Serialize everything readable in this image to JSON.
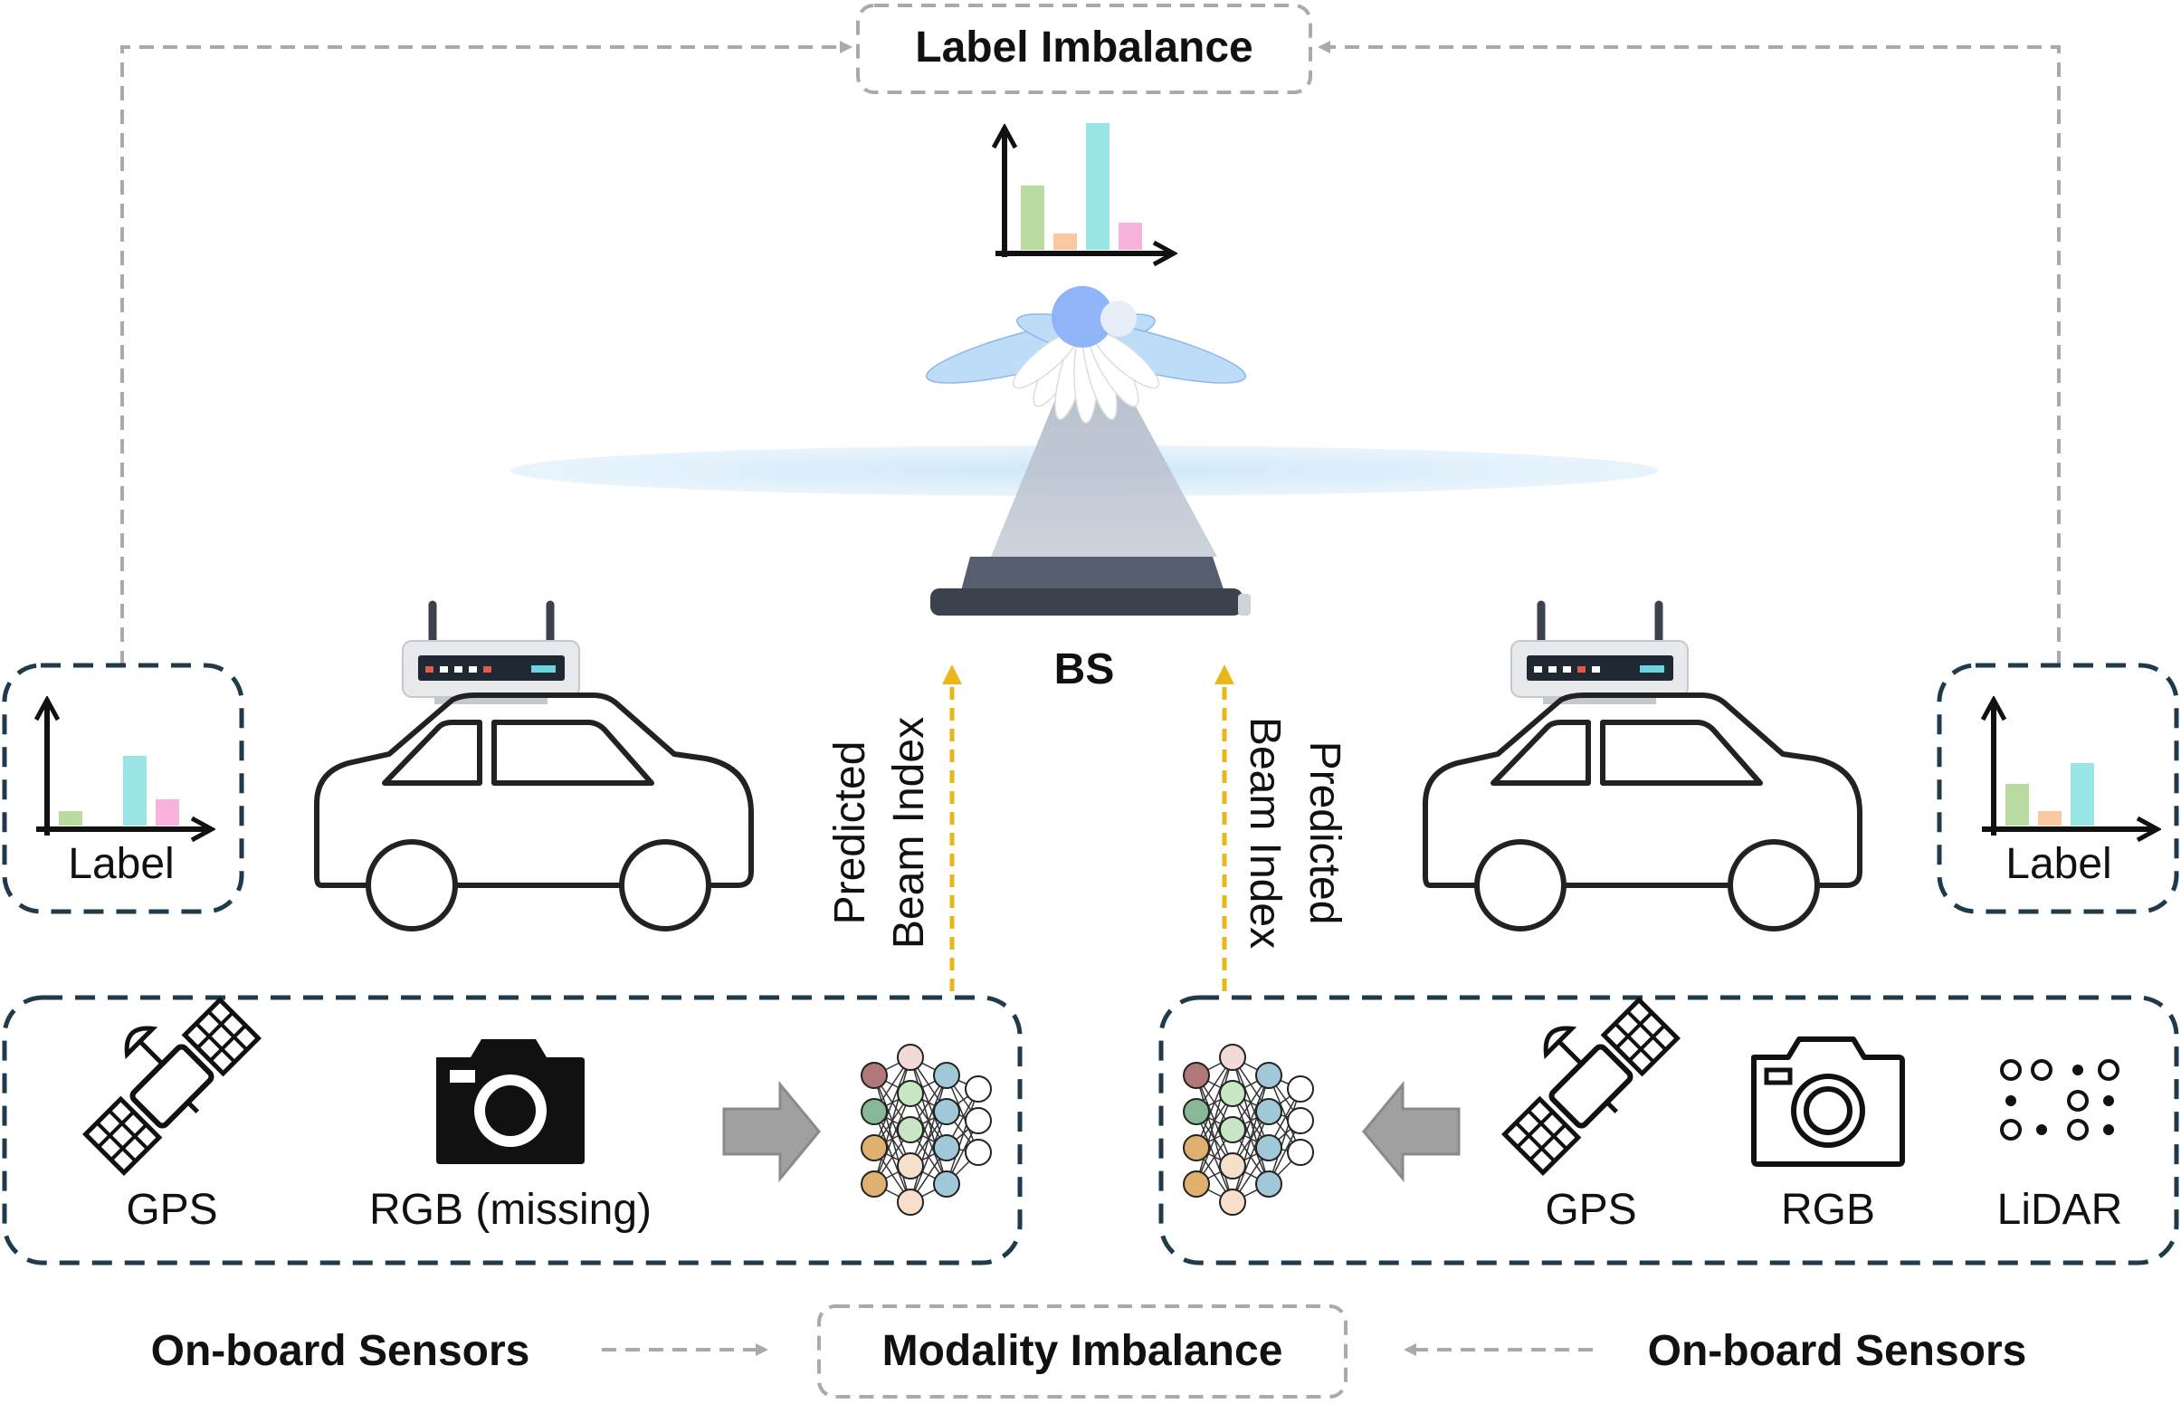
{
  "top": {
    "label_imbalance": "Label Imbalance"
  },
  "bs": {
    "label": "BS"
  },
  "arrows": {
    "left": {
      "line1": "Predicted",
      "line2": "Beam Index"
    },
    "right": {
      "line1": "Predicted",
      "line2": "Beam Index"
    }
  },
  "left_label_box": {
    "text": "Label"
  },
  "right_label_box": {
    "text": "Label"
  },
  "left_sensors": {
    "gps": "GPS",
    "rgb": "RGB (missing)"
  },
  "right_sensors": {
    "gps": "GPS",
    "rgb": "RGB",
    "lidar": "LiDAR"
  },
  "bottom": {
    "left_onboard": "On-board Sensors",
    "modality_imbalance": "Modality Imbalance",
    "right_onboard": "On-board Sensors"
  },
  "colors": {
    "dash_box": "#1f3a4a",
    "gray_dash": "#aaaaaa",
    "beam_arrow": "#e8b818",
    "bar_green": "#b9dba0",
    "bar_orange": "#f9c8a0",
    "bar_cyan": "#9ae6e6",
    "bar_pink": "#f7b3dc"
  },
  "icons": [
    "satellite-icon",
    "camera-icon",
    "lidar-icon",
    "neural-network-icon",
    "router-icon",
    "car-icon",
    "base-station-icon",
    "bar-chart-icon"
  ]
}
